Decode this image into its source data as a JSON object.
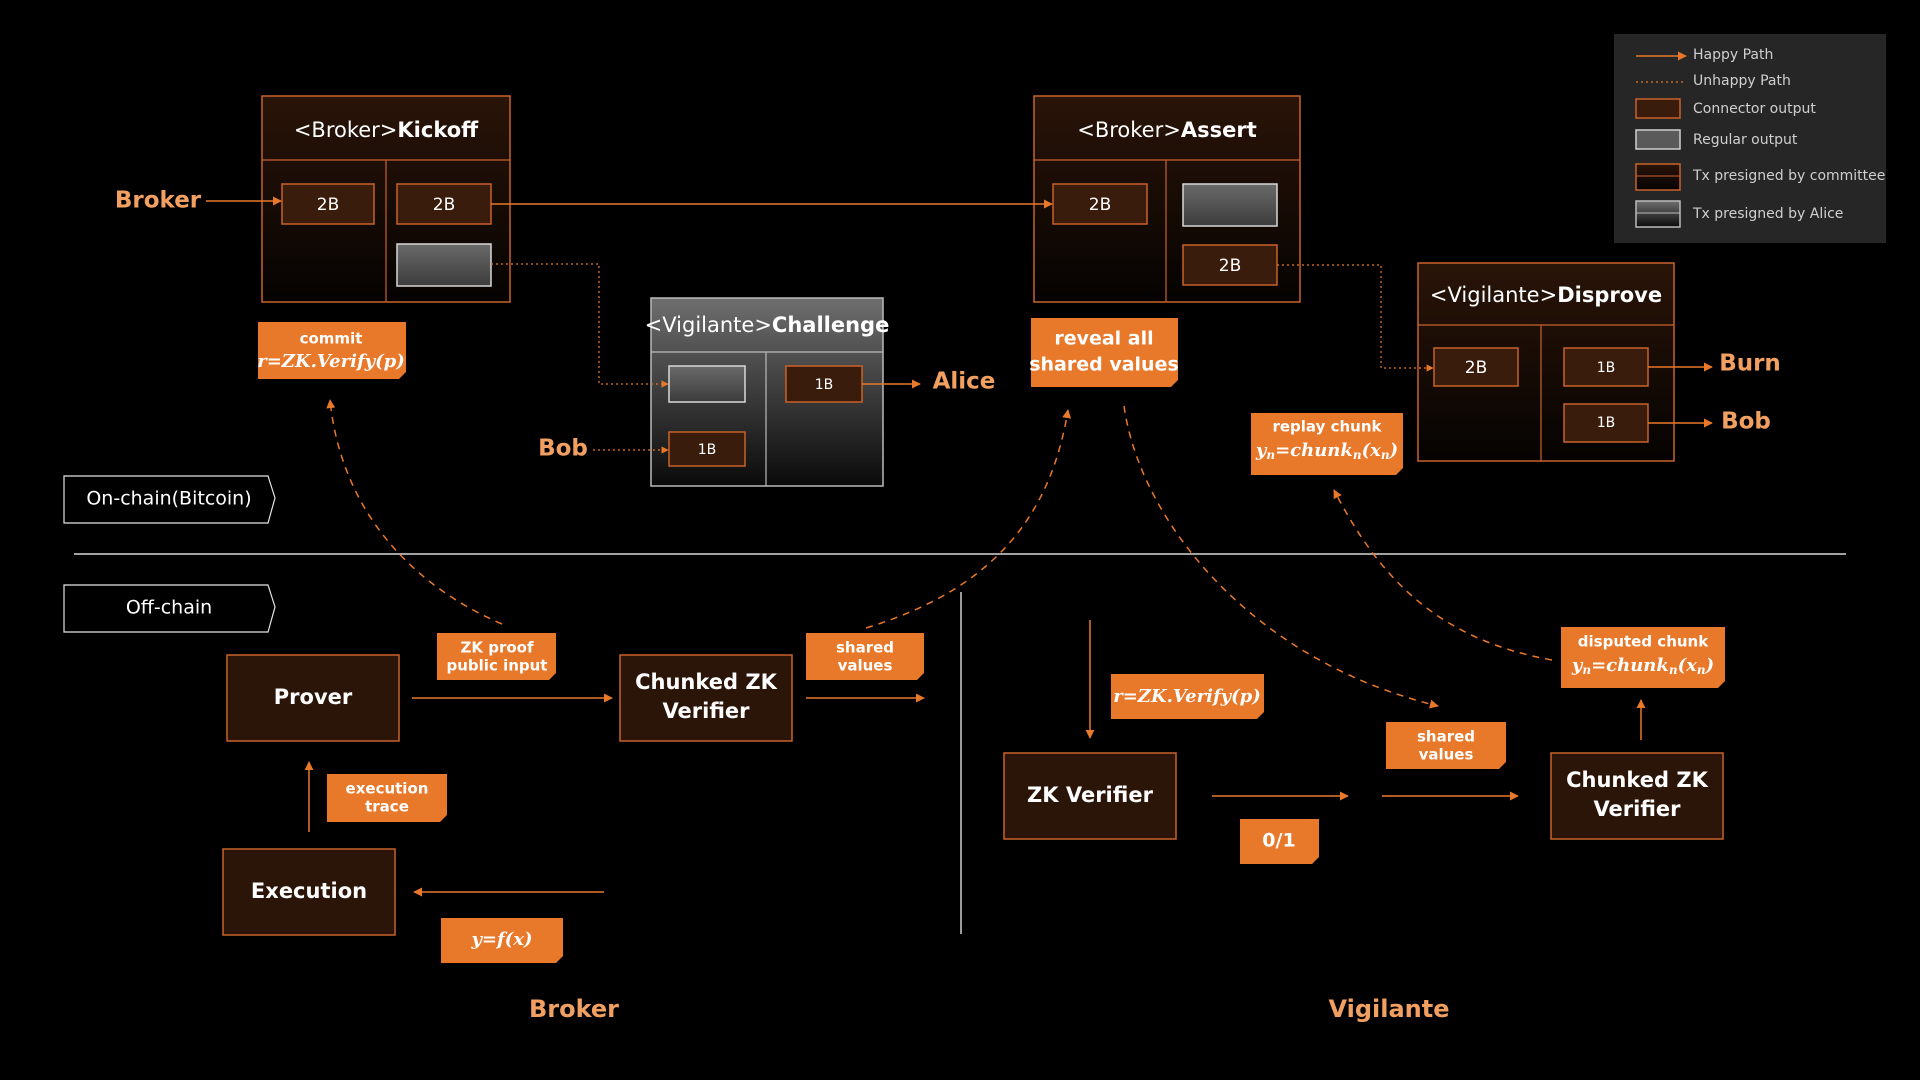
{
  "colors": {
    "accent": "#e8782a",
    "connector_fill": "#3a1c0c",
    "tx_border": "#c8622a",
    "regular_output": "#5a5a5a",
    "ext_label": "#f2a061",
    "background": "#000000"
  },
  "legend": {
    "happy_path": "Happy Path",
    "unhappy_path": "Unhappy Path",
    "connector_output": "Connector output",
    "regular_output": "Regular output",
    "tx_committee": "Tx presigned by committee",
    "tx_alice": "Tx presigned by Alice"
  },
  "chains": {
    "onchain": "On-chain(Bitcoin)",
    "offchain": "Off-chain"
  },
  "tx": {
    "kickoff": {
      "prefix": "<Broker>",
      "name": "Kickoff",
      "in": "2B",
      "out": "2B"
    },
    "assert": {
      "prefix": "<Broker>",
      "name": "Assert",
      "in": "2B",
      "out": "2B"
    },
    "challenge": {
      "prefix": "<Vigilante>",
      "name": "Challenge",
      "out": "1B",
      "in_bob": "1B"
    },
    "disprove": {
      "prefix": "<Vigilante>",
      "name": "Disprove",
      "in": "2B",
      "out1": "1B",
      "out2": "1B"
    }
  },
  "actors": {
    "broker": "Broker",
    "alice": "Alice",
    "bob_in": "Bob",
    "burn": "Burn",
    "bob_out": "Bob"
  },
  "tags": {
    "commit_title": "commit",
    "commit_math": "r=ZK.Verify(p)",
    "reveal_l1": "reveal all",
    "reveal_l2": "shared values",
    "replay_title": "replay chunk",
    "replay_math": "yn=chunkn(xn)",
    "zkproof_l1": "ZK proof",
    "zkproof_l2": "public input",
    "shared1_l1": "shared",
    "shared1_l2": "values",
    "exec_trace_l1": "execution",
    "exec_trace_l2": "trace",
    "yfx": "y=f(x)",
    "verify_math": "r=ZK.Verify(p)",
    "shared2_l1": "shared",
    "shared2_l2": "values",
    "zero_one": "0/1",
    "disputed_title": "disputed chunk",
    "disputed_math": "yn=chunkn(xn)"
  },
  "nodes": {
    "prover": "Prover",
    "chunked1_l1": "Chunked ZK",
    "chunked1_l2": "Verifier",
    "execution": "Execution",
    "zkverifier": "ZK Verifier",
    "chunked2_l1": "Chunked ZK",
    "chunked2_l2": "Verifier"
  },
  "sections": {
    "broker": "Broker",
    "vigilante": "Vigilante"
  }
}
